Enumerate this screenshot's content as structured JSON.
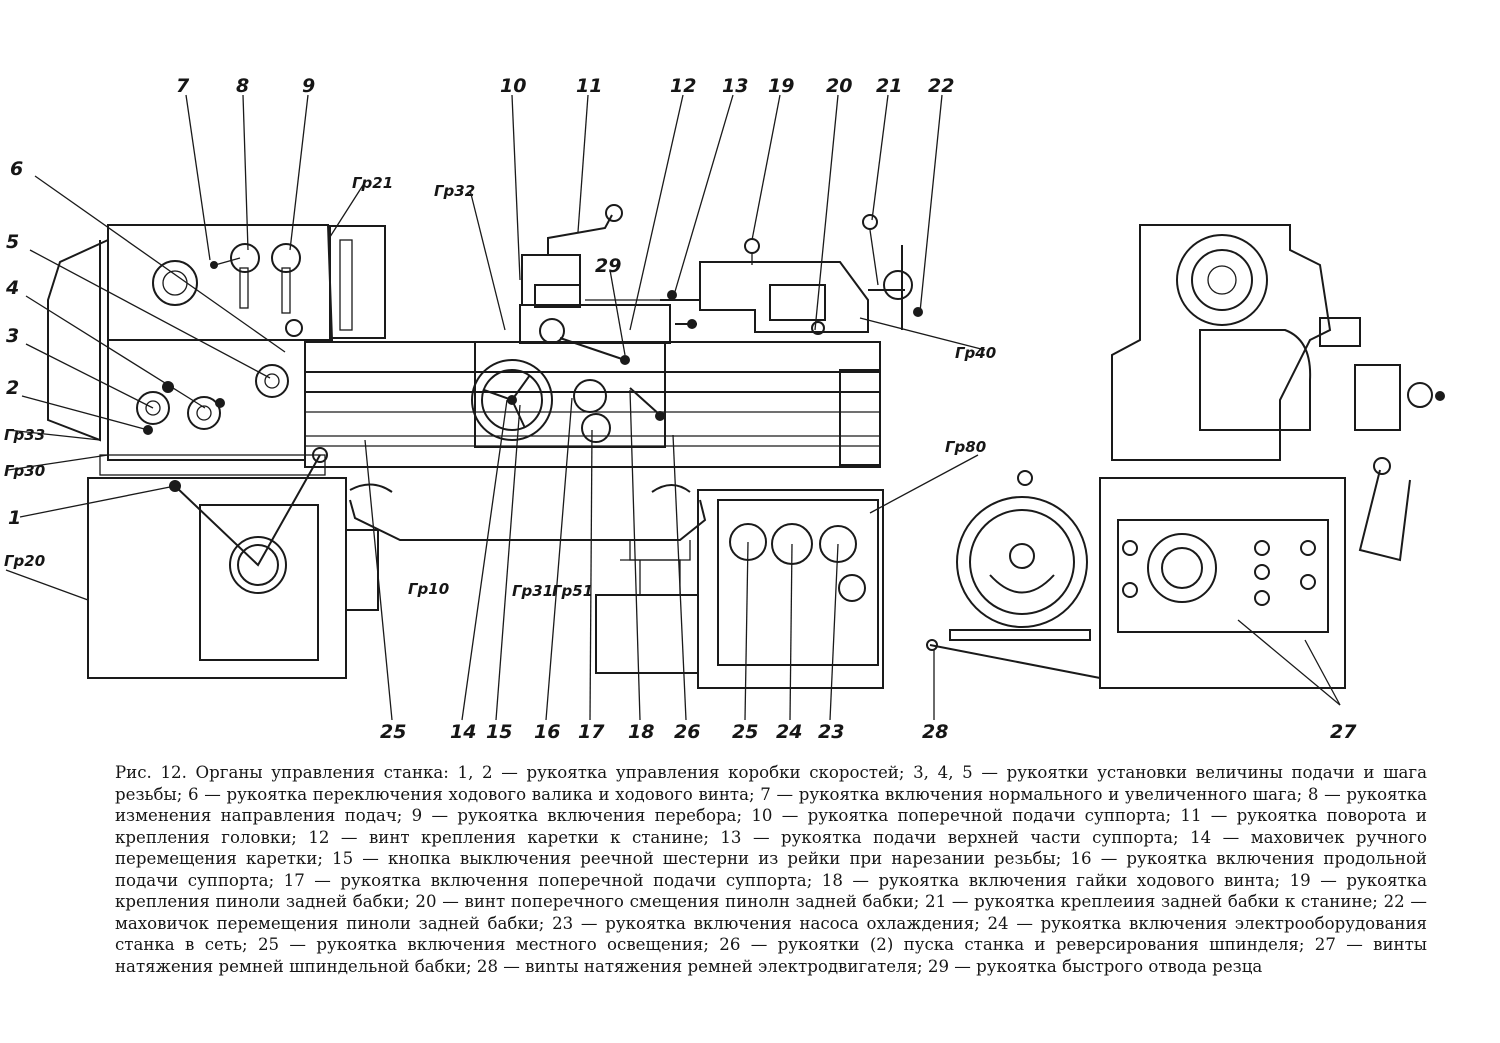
{
  "callouts": {
    "n1": "1",
    "n2": "2",
    "n3": "3",
    "n4": "4",
    "n5": "5",
    "n6": "6",
    "n7": "7",
    "n8": "8",
    "n9": "9",
    "n10": "10",
    "n11": "11",
    "n12": "12",
    "n13": "13",
    "n14": "14",
    "n15": "15",
    "n16": "16",
    "n17": "17",
    "n18": "18",
    "n19": "19",
    "n20": "20",
    "n21": "21",
    "n22": "22",
    "n23": "23",
    "n24": "24",
    "n25a": "25",
    "n25b": "25",
    "n26": "26",
    "n27": "27",
    "n28": "28",
    "n29": "29"
  },
  "groups": {
    "gr10": "Гр10",
    "gr20": "Гр20",
    "gr21": "Гр21",
    "gr30": "Гр30",
    "gr31": "Гр31",
    "gr32": "Гр32",
    "gr33": "Гр33",
    "gr40": "Гр40",
    "gr51": "Гр51",
    "gr80": "Гр80"
  },
  "caption": {
    "text": "Рис. 12. Органы управления станка: 1, 2 — рукоятка управления коробки скоростей; 3, 4, 5 — рукоятки установки величины подачи и шага резьбы; 6 — рукоятка переключения ходового валика и ходового винта; 7 — рукоятка включения нормального и увеличенного шага; 8 — рукоятка изменения направления подач; 9 — рукоятка включения перебора; 10 — рукоятка поперечной подачи суппорта; 11 — рукоятка поворота и крепления головки; 12 — винт крепления каретки к станине; 13 — рукоятка подачи верхней части суппорта; 14 — маховичек ручного перемещения каретки; 15 — кнопка выключения реечной шестерни из рейки при нарезании резьбы; 16 — рукоятка включения продольной подачи суппорта; 17 — рукоятка включення поперечной подачи суппорта; 18 — рукоятка включения гайки ходового винта; 19 — рукоятка крепления пиноли задней бабки; 20 — винт поперечного смещения пинолн задней бабки; 21 — рукоятка креплеиия задней бабки к станине; 22 — маховичок перемещения пиноли задней бабки; 23 — рукоятка включения насоса охлаждения; 24 — рукоятка включения электрооборудования станка в сеть; 25 — рукоятка включения местного освещения; 26 — рукоятки (2) пуска станка и реверсирования шпинделя; 27 — винты натяжения ремней шпиндельной бабки; 28 — виnты натяжения ремней электродвигателя; 29 — рукоятка быстрого отвода резца"
  }
}
